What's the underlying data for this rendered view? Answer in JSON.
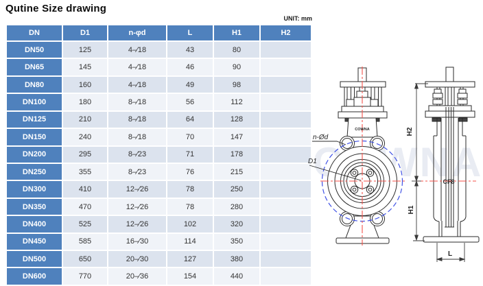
{
  "page": {
    "title": "Qutine Size drawing",
    "unit_label": "UNIT: mm"
  },
  "table": {
    "columns": [
      "DN",
      "D1",
      "n-φd",
      "L",
      "H1",
      "H2"
    ],
    "rows": [
      [
        "DN50",
        "125",
        "4–∕18",
        "43",
        "80",
        ""
      ],
      [
        "DN65",
        "145",
        "4–∕18",
        "46",
        "90",
        ""
      ],
      [
        "DN80",
        "160",
        "4–∕18",
        "49",
        "98",
        ""
      ],
      [
        "DN100",
        "180",
        "8–∕18",
        "56",
        "112",
        ""
      ],
      [
        "DN125",
        "210",
        "8–∕18",
        "64",
        "128",
        ""
      ],
      [
        "DN150",
        "240",
        "8–∕18",
        "70",
        "147",
        ""
      ],
      [
        "DN200",
        "295",
        "8–∕23",
        "71",
        "178",
        ""
      ],
      [
        "DN250",
        "355",
        "8–∕23",
        "76",
        "215",
        ""
      ],
      [
        "DN300",
        "410",
        "12–∕26",
        "78",
        "250",
        ""
      ],
      [
        "DN350",
        "470",
        "12–∕26",
        "78",
        "280",
        ""
      ],
      [
        "DN400",
        "525",
        "12–∕26",
        "102",
        "320",
        ""
      ],
      [
        "DN450",
        "585",
        "16–∕30",
        "114",
        "350",
        ""
      ],
      [
        "DN500",
        "650",
        "20–∕30",
        "127",
        "380",
        ""
      ],
      [
        "DN600",
        "770",
        "20–∕36",
        "154",
        "440",
        ""
      ]
    ]
  },
  "drawing": {
    "labels": {
      "bolt_holes": "n-Ød",
      "bolt_circle_dia": "D1",
      "height_upper": "H2",
      "height_lower": "H1",
      "face_to_face": "L",
      "body_material": "CF8",
      "brand": "COWNA",
      "watermark": "COWNA"
    }
  },
  "colors": {
    "header_bg": "#4f81bd",
    "row_band_dark": "#dce3ee",
    "row_band_light": "#f0f3f8",
    "header_text": "#ffffff",
    "cell_text": "#333333",
    "centerline_red": "#f4524a",
    "bolt_circle_blue": "#3f51e5",
    "drawing_line": "#2a2a2a"
  }
}
